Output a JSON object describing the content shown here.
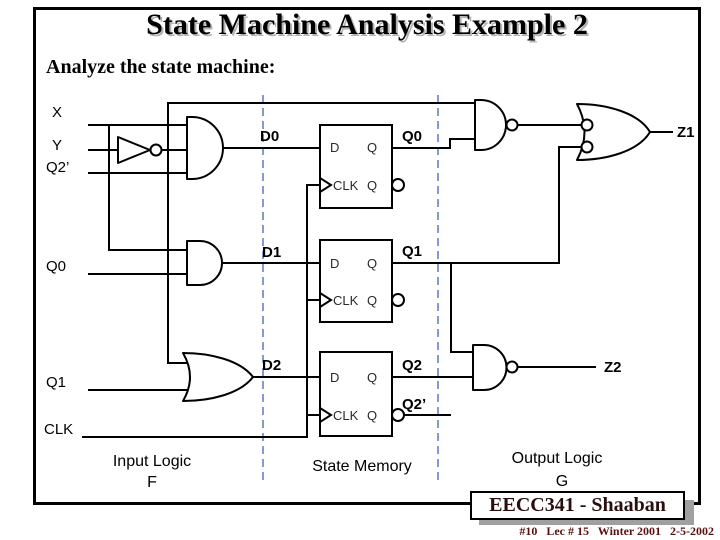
{
  "slide": {
    "title": "State Machine Analysis Example 2",
    "subtitle": "Analyze the state machine:"
  },
  "diagram": {
    "inputs": {
      "x": "X",
      "y": "Y",
      "q2p": "Q2’",
      "q0": "Q0",
      "q1": "Q1",
      "clk": "CLK"
    },
    "d_labels": {
      "d0": "D0",
      "d1": "D1",
      "d2": "D2"
    },
    "q_labels": {
      "q0": "Q0",
      "q1": "Q1",
      "q2": "Q2",
      "q2p": "Q2’"
    },
    "outputs": {
      "z1": "Z1",
      "z2": "Z2"
    },
    "ff": {
      "d": "D",
      "q": "Q",
      "clk": "CLK",
      "qbar": "Q"
    },
    "sections": {
      "input_logic": "Input Logic",
      "input_logic_sub": "F",
      "state_memory": "State Memory",
      "output_logic": "Output Logic",
      "output_logic_sub": "G"
    },
    "colors": {
      "wire": "#000000",
      "divider": "#8899cc"
    }
  },
  "footer": {
    "course": "EECC341 - Shaaban",
    "info": "#10   Lec # 15   Winter 2001   2-5-2002"
  }
}
